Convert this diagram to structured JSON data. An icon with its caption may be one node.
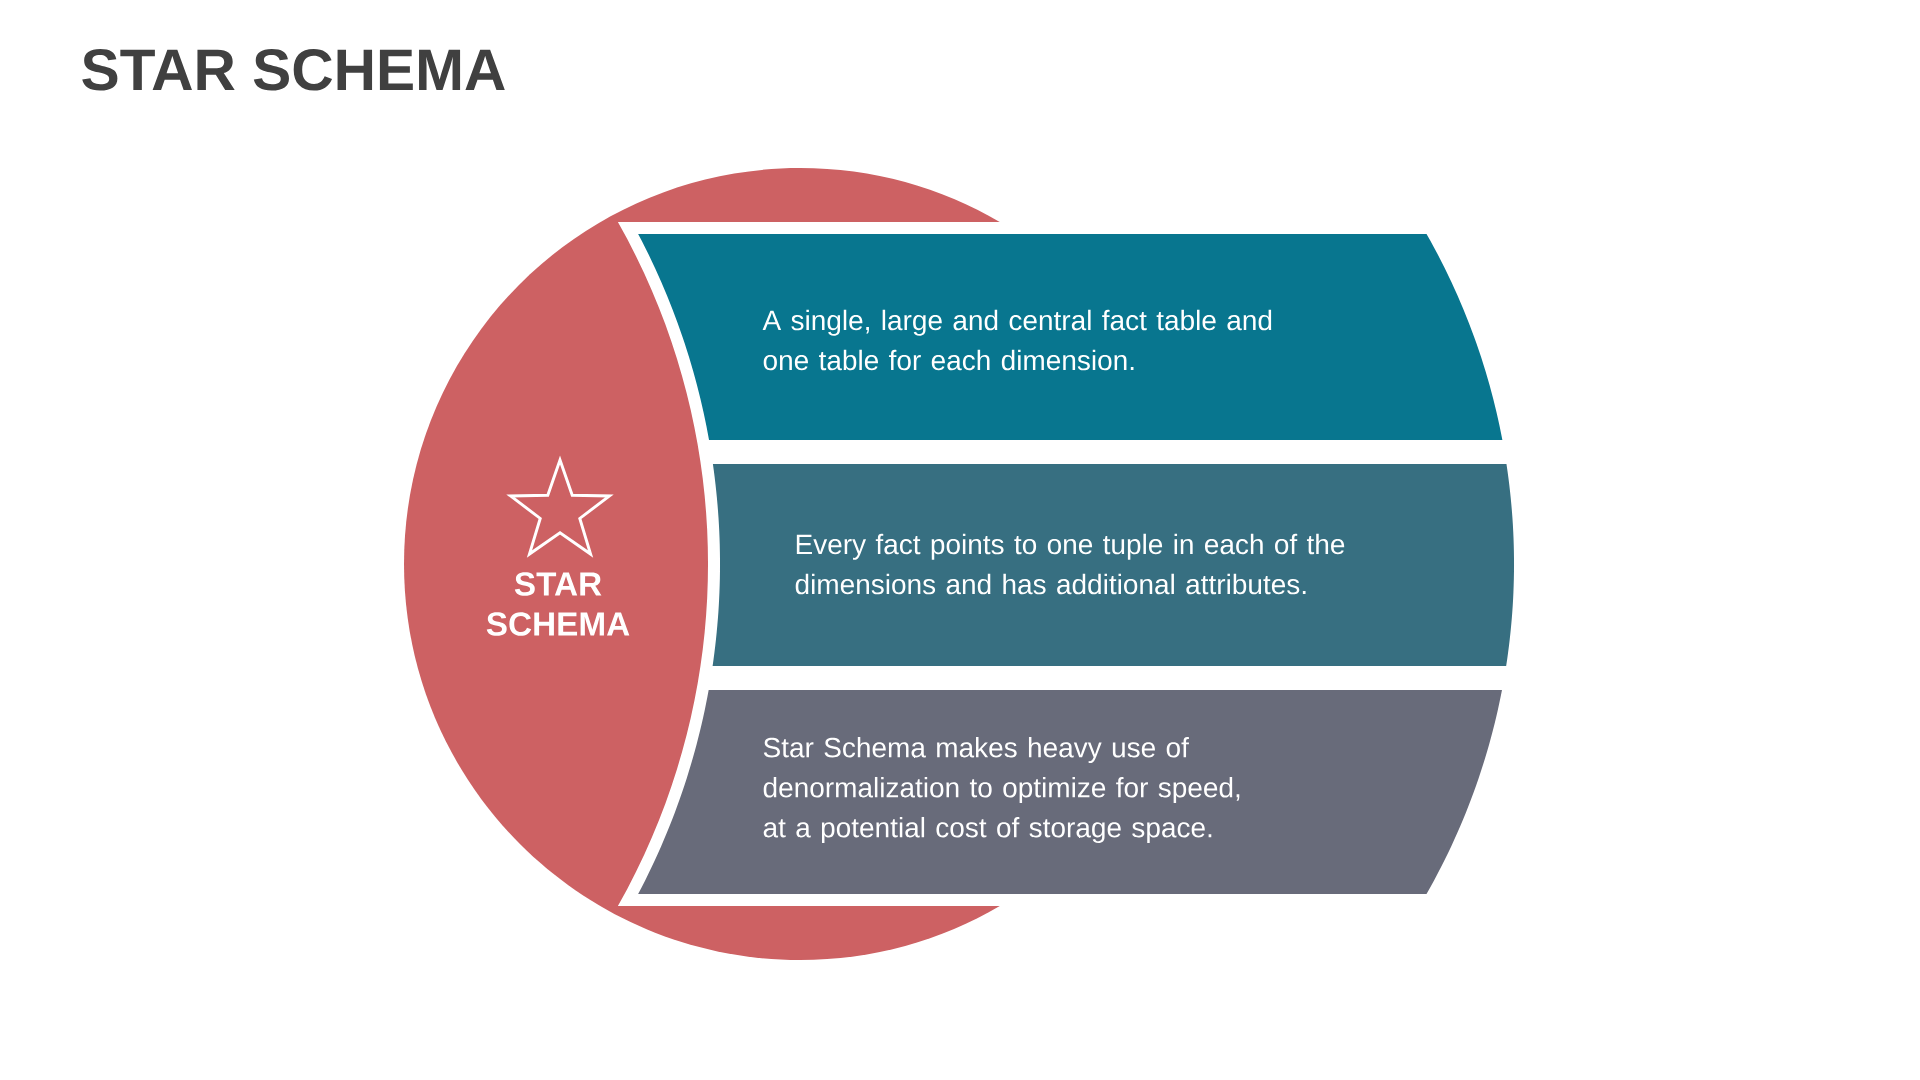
{
  "diagram": {
    "title": "STAR SCHEMA",
    "nodes": [
      {
        "text": [
          "STAR SCHEMA"
        ]
      },
      {
        "text": [
          "A single, large and central fact table and one table for each dimension."
        ]
      },
      {
        "text": [
          "Every fact points to one tuple in each of the dimensions and has additional attributes."
        ]
      },
      {
        "text": [
          "Star Schema makes heavy use of denormalization to optimize for speed, at a potential cost of storage space."
        ]
      }
    ]
  }
}
